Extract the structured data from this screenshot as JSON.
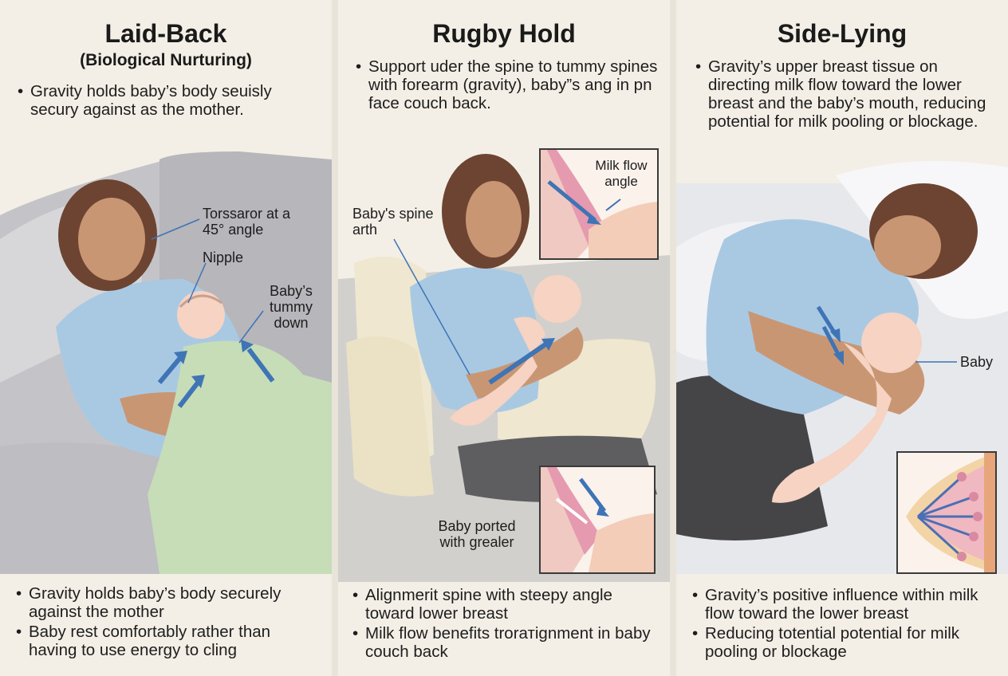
{
  "panels": [
    {
      "title": "Laid-Back",
      "subtitle": "(Biological Nurturing)",
      "top_bullets": [
        "Gravity holds baby’s body seuisly secury against as the mother."
      ],
      "labels": {
        "torso": "Torssaror at a 45° angle",
        "nipple": "Nipple",
        "tummy": "Baby’s tummy down"
      },
      "bottom_bullets": [
        "Gravity holds baby’s body securely against the mother",
        "Baby rest comfortably rather than having to use energy to cling"
      ]
    },
    {
      "title": "Rugby Hold",
      "top_bullets": [
        "Support uder the spine to tummy spines with forearm (gravity), baby”s ang in pn face couch back."
      ],
      "labels": {
        "spine": "Baby's spine arth",
        "milk_flow": "Milk flow angle",
        "ported": "Baby ported with grealer"
      },
      "bottom_bullets": [
        "Alignmerit spine with steepy angle toward lower breast",
        "Milk flow benefits trorатignment in baby couch back"
      ]
    },
    {
      "title": "Side-Lying",
      "top_bullets": [
        "Gravity’s upper breast tissue on directing milk flow toward the lower breast and the baby’s mouth, reducing potential for milk pooling or blockage."
      ],
      "labels": {
        "baby": "Baby"
      },
      "bottom_bullets": [
        "Gravity’s positive influence within milk flow toward the lower breast",
        "Reducing totential potential for milk pooling or blockage"
      ]
    }
  ],
  "colors": {
    "background": "#f3efe6",
    "arrow": "#3f74b5",
    "shirt": "#a9c9e3",
    "skin": "#c99674",
    "baby_skin": "#f6d3c2",
    "sofa": "#c4c4c8",
    "blanket": "#c6ddb8",
    "pillow": "#efe7cf"
  }
}
